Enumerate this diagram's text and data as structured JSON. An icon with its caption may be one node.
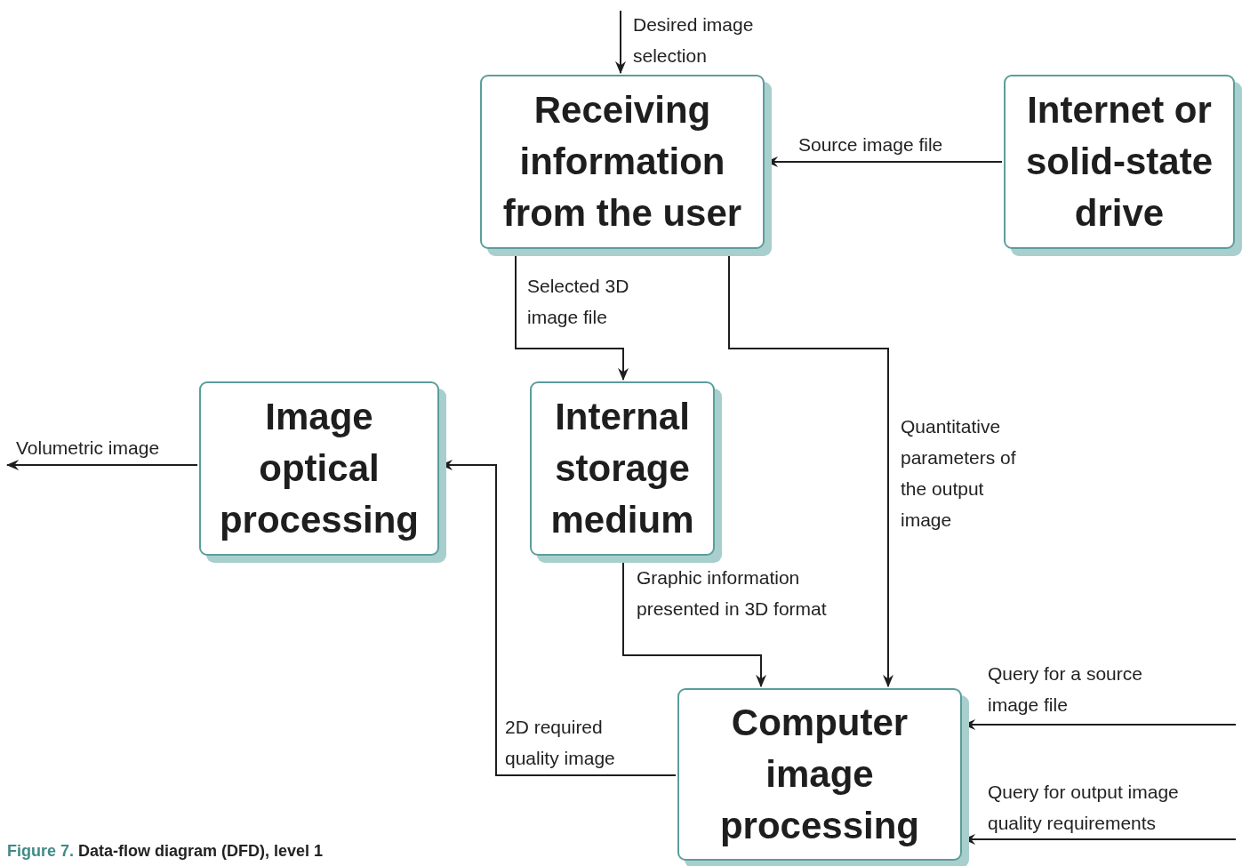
{
  "diagram": {
    "caption": "**Figure 7.** Data-flow diagram (DFD), level 1",
    "nodes": [
      {
        "text": [
          "Receiving information from the user"
        ]
      },
      {
        "text": [
          "Internet or solid-state drive"
        ]
      },
      {
        "text": [
          "Image optical processing"
        ]
      },
      {
        "text": [
          "Internal storage medium"
        ]
      },
      {
        "text": [
          "Computer image processing"
        ]
      }
    ],
    "edges": [
      {
        "from": null,
        "to": 0,
        "arrow": "to",
        "label": "Desired image selection"
      },
      {
        "from": 1,
        "to": 0,
        "arrow": "to",
        "label": "Source image file"
      },
      {
        "from": 0,
        "to": 3,
        "arrow": "to",
        "label": "Selected 3D image file"
      },
      {
        "from": 0,
        "to": 4,
        "arrow": "to",
        "label": "Quantitative parameters of the output image"
      },
      {
        "from": 3,
        "to": 4,
        "arrow": "to",
        "label": "Graphic information presented in 3D format"
      },
      {
        "from": 4,
        "to": 2,
        "arrow": "to",
        "label": "2D required quality image"
      },
      {
        "from": 2,
        "to": null,
        "arrow": "to",
        "label": "Volumetric image"
      },
      {
        "from": null,
        "to": 4,
        "arrow": "to",
        "label": "Query for a source image file"
      },
      {
        "from": null,
        "to": 4,
        "arrow": "to",
        "label": "Query for output image quality requirements"
      }
    ]
  }
}
